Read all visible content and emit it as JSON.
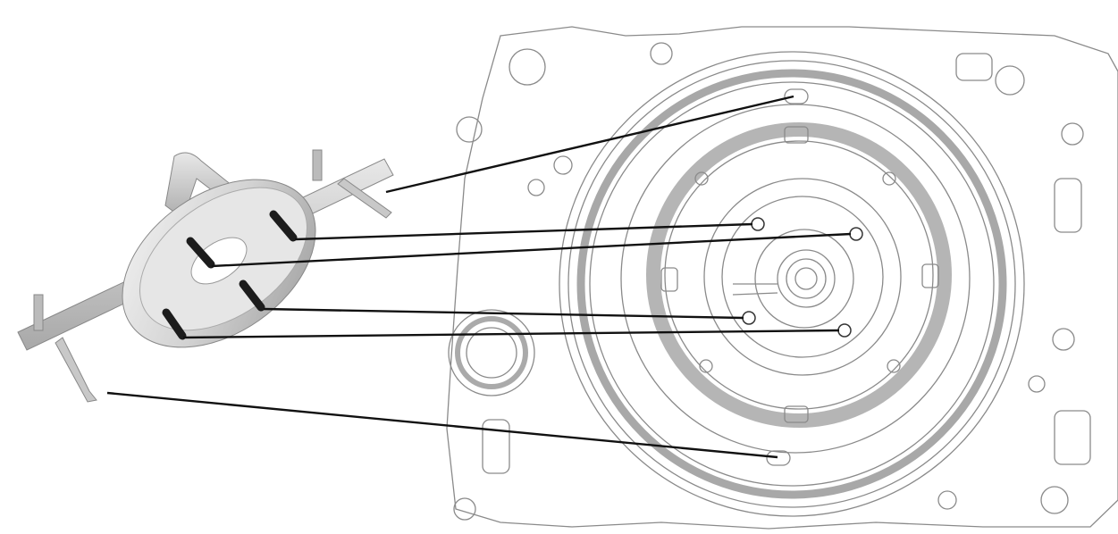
{
  "figure": {
    "kind": "technical illustration",
    "subject_parts": [
      "alignment-tool",
      "housing-drawing",
      "leader-lines"
    ],
    "colors": {
      "background": "#ffffff",
      "line_art": "#7a7a7a",
      "gray_ring": "#b5b5b5",
      "leader_line": "#111111",
      "tool_metal_light": "#eeeeee",
      "tool_metal_dark": "#9a9a9a",
      "bolt": "#1c1c1c"
    },
    "leader_line_count": 6
  }
}
